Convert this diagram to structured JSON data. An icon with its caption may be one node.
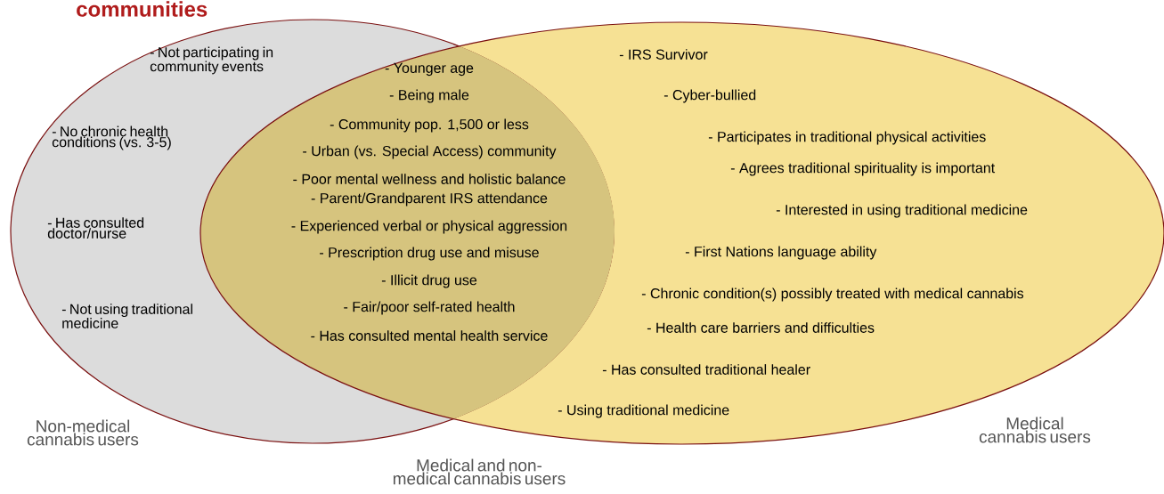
{
  "diagram": {
    "title": "communities",
    "nodes": [
      {
        "text": [
          "Non-medical cannabis users",
          "- Not participating in community events",
          "- No chronic health conditions (vs. 3-5)",
          "- Has consulted doctor/nurse",
          "- Not using traditional medicine"
        ]
      },
      {
        "text": [
          "Medical cannabis users",
          "- IRS Survivor",
          "- Cyber-bullied",
          "- Participates in traditional physical activities",
          "- Agrees traditional spirituality is important",
          "- Interested in using traditional medicine",
          "- First Nations language ability",
          "- Chronic condition(s) possibly treated with medical cannabis",
          "- Health care barriers and difficulties",
          "- Has consulted traditional healer",
          "- Using traditional medicine"
        ]
      }
    ],
    "labels": [
      "Medical and non-medical cannabis users",
      "- Younger age",
      "- Being male",
      "- Community pop. 1,500 or less",
      "- Urban (vs. Special Access) community",
      "- Poor mental wellness and holistic balance",
      "- Parent/Grandparent IRS attendance",
      "- Experienced verbal or physical aggression",
      "- Prescription drug use and misuse",
      "- Illicit drug use",
      "- Fair/poor self-rated health",
      "- Has consulted mental health service"
    ]
  }
}
